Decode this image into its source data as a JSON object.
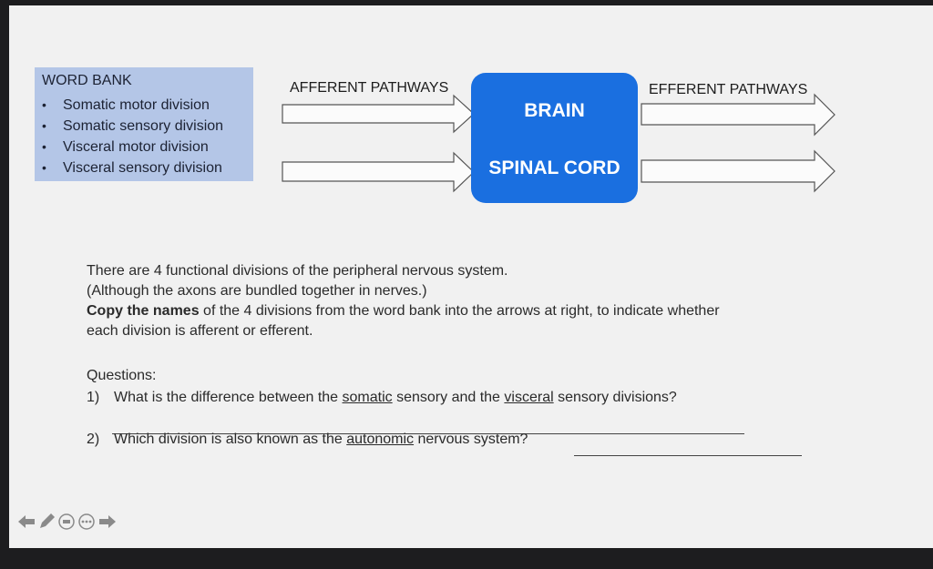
{
  "word_bank": {
    "title": "WORD BANK",
    "items": [
      "Somatic motor division",
      "Somatic sensory division",
      "Visceral motor division",
      "Visceral sensory division"
    ]
  },
  "diagram": {
    "afferent_label": "AFFERENT PATHWAYS",
    "efferent_label": "EFFERENT PATHWAYS",
    "cns_top": "BRAIN",
    "cns_bottom": "SPINAL CORD"
  },
  "instructions": {
    "line1": "There are 4 functional divisions of the peripheral nervous system.",
    "line2": "(Although the axons are bundled together in nerves.)",
    "line3_bold": "Copy the names",
    "line3_rest": " of the 4 divisions from the word bank into the arrows at right, to indicate whether",
    "line4": "each division is afferent or efferent."
  },
  "questions": {
    "heading": "Questions:",
    "q1": {
      "num": "1)",
      "pre": "What is the difference between the ",
      "u1": "somatic",
      "mid": " sensory and the ",
      "u2": "visceral",
      "post": " sensory divisions?"
    },
    "q2": {
      "num": "2)",
      "pre": "Which division is also known as the ",
      "u1": "autonomic",
      "post": " nervous system?"
    }
  },
  "colors": {
    "word_bank_bg": "#b4c6e7",
    "cns_bg": "#1a6fe0"
  },
  "nav_icons": [
    "previous-arrow-icon",
    "pen-icon",
    "chat-icon",
    "more-options-icon",
    "next-arrow-icon"
  ]
}
